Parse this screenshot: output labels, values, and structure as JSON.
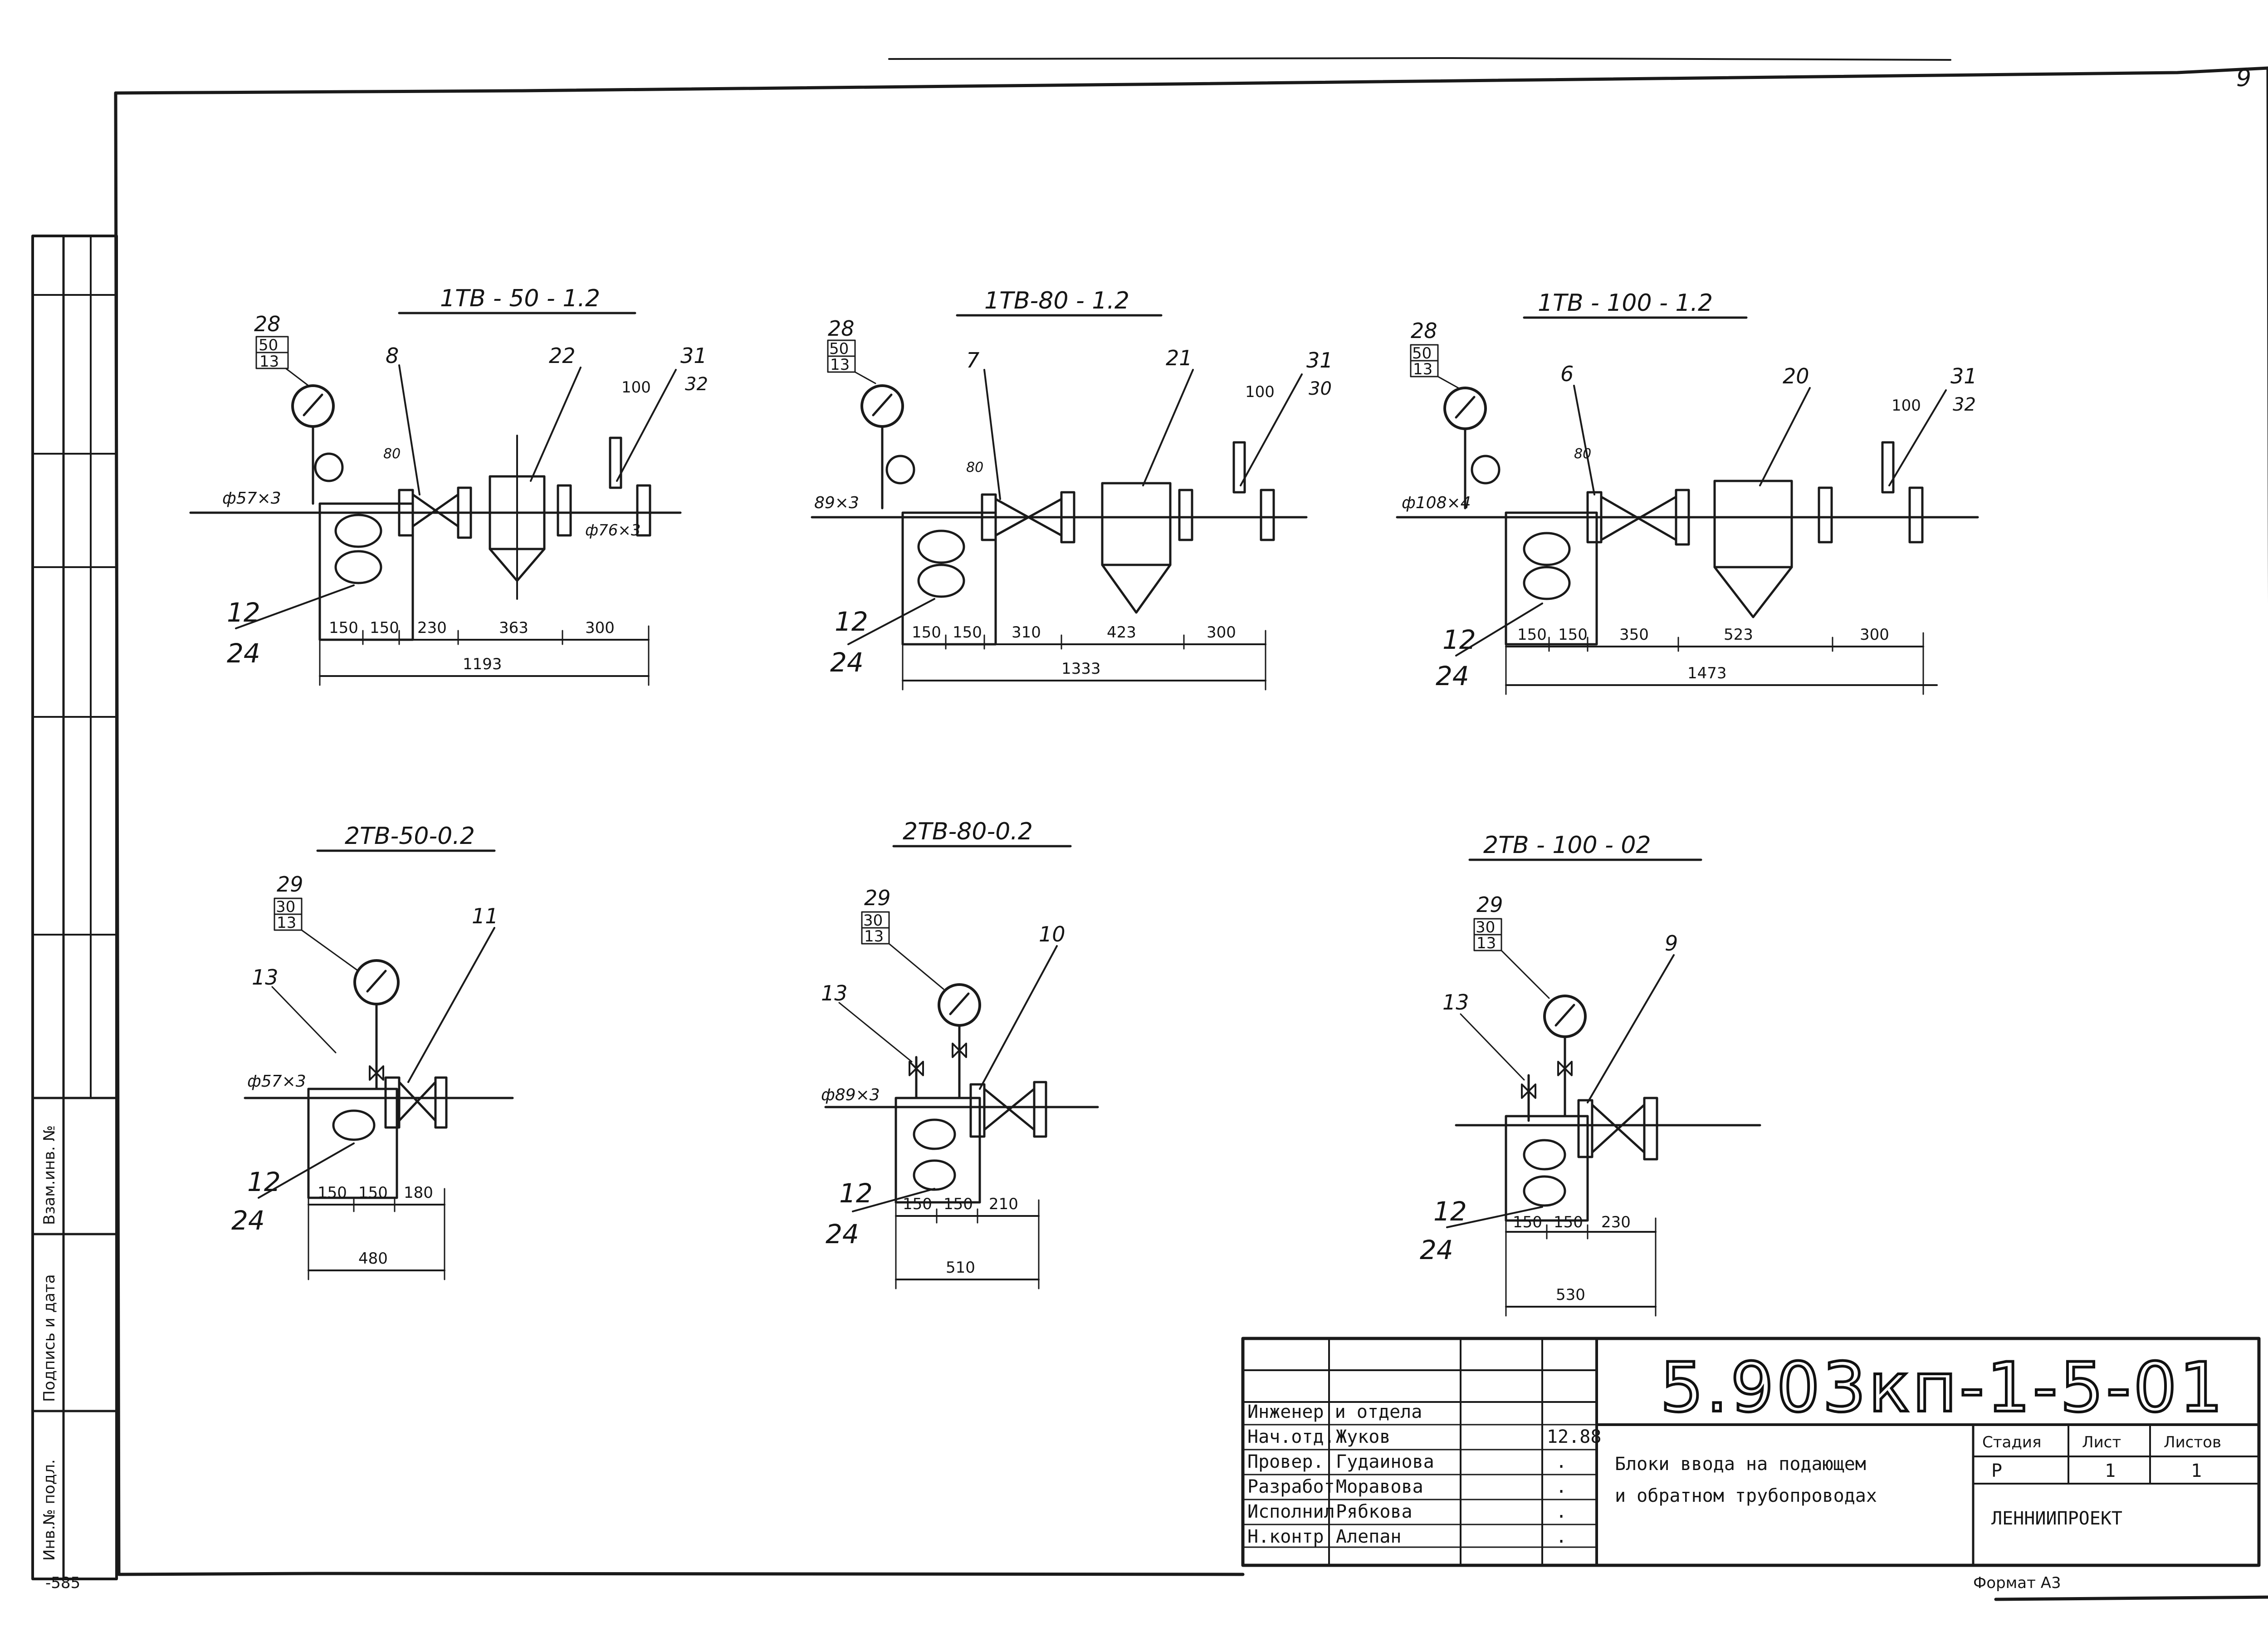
{
  "page_number": "9",
  "side_stamps": [
    "Взам.инв. №",
    "Подпись и дата",
    "Инв.№ подл."
  ],
  "bottom_left_mark": "-585",
  "blocks": [
    {
      "id": "1tb50",
      "title": "1ТВ - 50 - 1.2",
      "gauge_ref": "28",
      "gauge_sub": [
        "50",
        "13"
      ],
      "valve_ref": "8",
      "filter_ref": "22",
      "thermo_ref": "31",
      "thermo_sub": "32",
      "thermo_len": "100",
      "gap_label": "80",
      "pipe_in": "ф57×3",
      "pipe_out": "ф76×3",
      "ref_a": "12",
      "ref_b": "24",
      "dims": [
        "150",
        "150",
        "230",
        "363",
        "300"
      ],
      "total": "1193"
    },
    {
      "id": "1tb80",
      "title": "1ТВ-80 - 1.2",
      "gauge_ref": "28",
      "gauge_sub": [
        "50",
        "13"
      ],
      "valve_ref": "7",
      "filter_ref": "21",
      "thermo_ref": "31",
      "thermo_sub": "30",
      "thermo_len": "100",
      "gap_label": "80",
      "pipe_in": "89×3",
      "pipe_out": "",
      "ref_a": "12",
      "ref_b": "24",
      "dims": [
        "150",
        "150",
        "310",
        "423",
        "300"
      ],
      "total": "1333"
    },
    {
      "id": "1tb100",
      "title": "1ТВ - 100 - 1.2",
      "gauge_ref": "28",
      "gauge_sub": [
        "50",
        "13"
      ],
      "valve_ref": "6",
      "filter_ref": "20",
      "thermo_ref": "31",
      "thermo_sub": "32",
      "thermo_len": "100",
      "gap_label": "80",
      "pipe_in": "ф108×4",
      "pipe_out": "",
      "ref_a": "12",
      "ref_b": "24",
      "dims": [
        "150",
        "150",
        "350",
        "523",
        "300"
      ],
      "total": "1473"
    },
    {
      "id": "2tb50",
      "title": "2ТВ-50-0.2",
      "gauge_ref": "29",
      "gauge_sub": [
        "30",
        "13"
      ],
      "valve_ref": "11",
      "drain_ref": "13",
      "pipe_in": "ф57×3",
      "ref_a": "12",
      "ref_b": "24",
      "dims": [
        "150",
        "150",
        "180"
      ],
      "total": "480"
    },
    {
      "id": "2tb80",
      "title": "2ТВ-80-0.2",
      "gauge_ref": "29",
      "gauge_sub": [
        "30",
        "13"
      ],
      "valve_ref": "10",
      "drain_ref": "13",
      "pipe_in": "ф89×3",
      "ref_a": "12",
      "ref_b": "24",
      "dims": [
        "150",
        "150",
        "210"
      ],
      "total": "510"
    },
    {
      "id": "2tb100",
      "title": "2ТВ - 100 - 02",
      "gauge_ref": "29",
      "gauge_sub": [
        "30",
        "13"
      ],
      "valve_ref": "9",
      "drain_ref": "13",
      "pipe_in": "",
      "ref_a": "12",
      "ref_b": "24",
      "dims": [
        "150",
        "150",
        "230"
      ],
      "total": "530"
    }
  ],
  "title_block": {
    "code": "5.903кп-1-5-01",
    "rows": [
      {
        "role": "Инженер и отдела",
        "name": "",
        "date": ""
      },
      {
        "role": "Нач.отд.",
        "name": "Жуков",
        "date": "12.88"
      },
      {
        "role": "Провер.",
        "name": "Гудаинова",
        "date": "."
      },
      {
        "role": "Разработ",
        "name": "Моравова",
        "date": "."
      },
      {
        "role": "Исполнил",
        "name": "Рябкова",
        "date": "."
      },
      {
        "role": "Н.контр",
        "name": "Алепан",
        "date": "."
      }
    ],
    "description": [
      "Блоки ввода на подающем",
      "и обратном трубопроводах"
    ],
    "stage_label": "Стадия",
    "sheet_label": "Лист",
    "sheets_label": "Листов",
    "stage": "Р",
    "sheet": "1",
    "sheets": "1",
    "org": "ЛЕННИИПРОЕКТ",
    "format": "Формат А3"
  }
}
